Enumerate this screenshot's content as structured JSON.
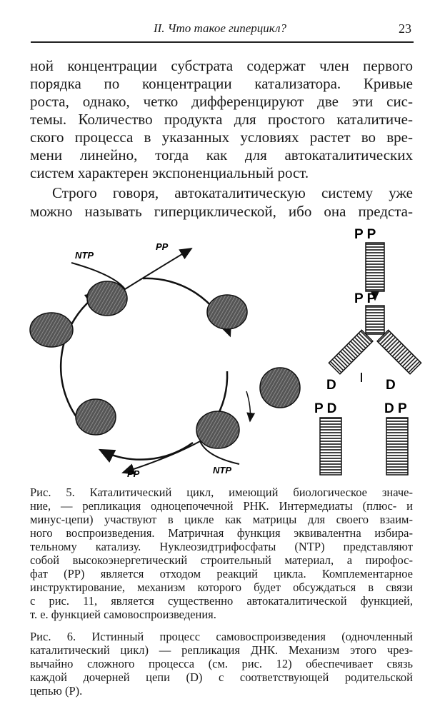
{
  "header": {
    "title": "II. Что такое гиперцикл?",
    "page_number": "23"
  },
  "body_lines": [
    "ной концентрации субстрата содержат член первого",
    "порядка по концентрации катализатора. Кривые",
    "роста, однако, четко дифференцируют две эти сис-",
    "темы. Количество продукта для простого каталитиче-",
    "ского процесса в указанных условиях растет во вре-",
    "мени линейно, тогда как для автокаталитических",
    "систем характерен экспоненциальный рост.",
    "Строго говоря, автокаталитическую систему уже",
    "можно называть гиперциклической, ибо она предста-"
  ],
  "figure": {
    "cycle_labels": {
      "ntp_top": "NTP",
      "pp_top": "PP",
      "pp_bottom": "PP",
      "ntp_bottom": "NTP"
    },
    "dna_labels": {
      "top": "P P",
      "middle": "P P",
      "d_left": "D",
      "d_right": "D",
      "pd": "P D",
      "dp": "D P"
    }
  },
  "caption5_lines": [
    "Рис. 5. Каталитический цикл, имеющий биологическое значе-",
    "ние, — репликация одноцепочечной РНК. Интермедиаты (плюс- и",
    "минус-цепи) участвуют в цикле как матрицы для своего взаим-",
    "ного воспроизведения. Матричная функция эквивалентна избира-",
    "тельному катализу. Нуклеозидтрифосфаты (NTP) представляют",
    "собой высокоэнергетический строительный материал, а пирофос-",
    "фат (PP) является отходом реакций цикла. Комплементарное",
    "инструктирование, механизм которого будет обсуждаться в связи",
    "с рис. 11, является существенно автокаталитической функцией,",
    "т. е. функцией самовоспроизведения."
  ],
  "caption6_lines": [
    "Рис. 6. Истинный процесс самовоспроизведения (одночленный",
    "каталитический цикл) — репликация ДНК. Механизм этого чрез-",
    "вычайно сложного процесса (см. рис. 12) обеспечивает связь",
    "каждой дочерней цепи (D) с соответствующей родительской",
    "цепью (P)."
  ]
}
